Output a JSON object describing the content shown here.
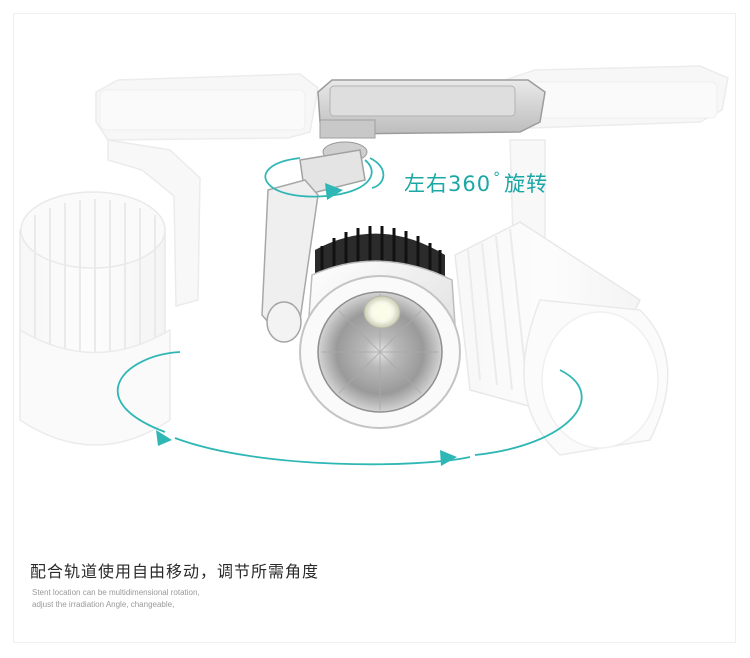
{
  "rotation": {
    "prefix": "左右",
    "number": "360",
    "degree": "°",
    "suffix": "旋转",
    "arrow_color": "#2fb7b5"
  },
  "caption": {
    "title": "配合轨道使用自由移动，调节所需角度",
    "english_line1": "Stent location can be multidimensional rotation,",
    "english_line2": "adjust the irradiation Angle, changeable,"
  }
}
